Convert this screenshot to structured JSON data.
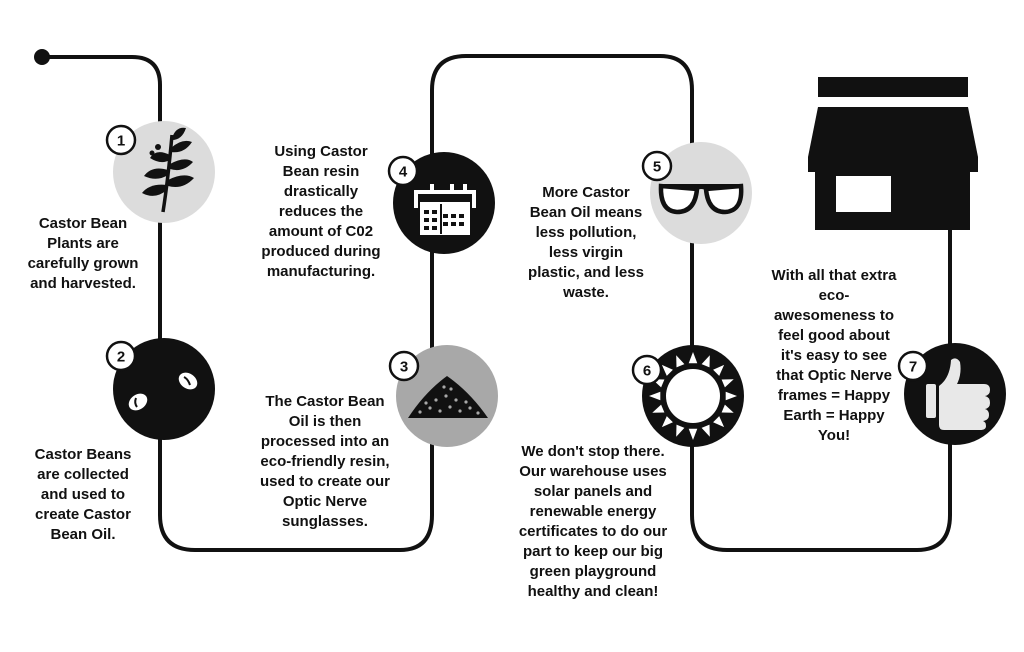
{
  "colors": {
    "line": "#111111",
    "dark_circle": "#111111",
    "light_circle": "#dcdcdc",
    "mid_circle": "#a8a8a8",
    "badge_fill": "#ffffff",
    "background": "#ffffff"
  },
  "steps": [
    {
      "number": "1",
      "icon": "plant-sprig-icon",
      "text": "Castor Bean\nPlants are\ncarefully grown\nand harvested."
    },
    {
      "number": "2",
      "icon": "castor-beans-icon",
      "text": "Castor Beans\nare collected\nand used to\ncreate Castor\nBean Oil."
    },
    {
      "number": "3",
      "icon": "resin-pile-icon",
      "text": "The Castor Bean\nOil is then\nprocessed into an\neco-friendly resin,\nused to create our\nOptic Nerve\nsunglasses."
    },
    {
      "number": "4",
      "icon": "factory-icon",
      "text": "Using Castor\nBean resin\ndrastically\nreduces the\namount of C02\nproduced during\nmanufacturing."
    },
    {
      "number": "5",
      "icon": "glasses-icon",
      "text": "More Castor\nBean Oil means\nless pollution,\nless virgin\nplastic, and less\nwaste."
    },
    {
      "number": "6",
      "icon": "sun-icon",
      "text": "We don't stop there.\nOur warehouse uses\nsolar panels and\nrenewable energy\ncertificates to do our\npart to keep our big\ngreen playground\nhealthy and clean!"
    },
    {
      "number": "7",
      "icon": "thumbs-up-icon",
      "text": "With all that extra\neco-\nawesomeness to\nfeel good about\nit's easy to see\nthat Optic Nerve\nframes = Happy\nEarth = Happy\nYou!"
    }
  ],
  "end_icon": "storefront-icon"
}
